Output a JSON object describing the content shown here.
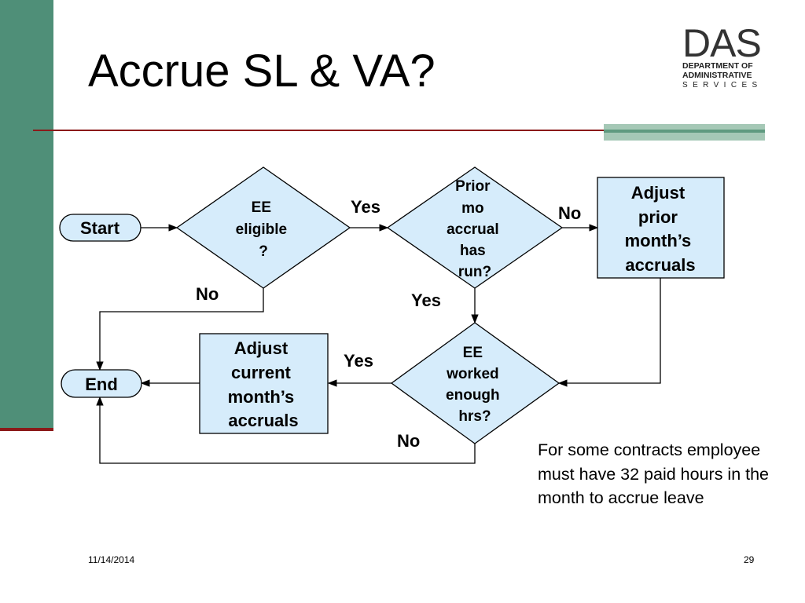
{
  "slide": {
    "title": "Accrue SL & VA?",
    "footer_date": "11/14/2014",
    "page_number": "29"
  },
  "logo": {
    "text": "DAS",
    "line1": "DEPARTMENT OF",
    "line2": "ADMINISTRATIVE",
    "line3": "SERVICES"
  },
  "colors": {
    "sidebar": "#4f8f78",
    "accent_rule": "#8b1a1a",
    "node_fill": "#d6ecfb"
  },
  "flowchart": {
    "nodes": {
      "start": {
        "type": "terminator",
        "lines": [
          "Start"
        ]
      },
      "ee_eligible": {
        "type": "decision",
        "lines": [
          "EE",
          "eligible",
          "?"
        ]
      },
      "prior_mo": {
        "type": "decision",
        "lines": [
          "Prior",
          "mo",
          "accrual",
          "has",
          "run?"
        ]
      },
      "adjust_prior": {
        "type": "process",
        "lines": [
          "Adjust",
          "prior",
          "month’s",
          "accruals"
        ]
      },
      "ee_worked": {
        "type": "decision",
        "lines": [
          "EE",
          "worked",
          "enough",
          "hrs?"
        ]
      },
      "adjust_current": {
        "type": "process",
        "lines": [
          "Adjust",
          "current",
          "month’s",
          "accruals"
        ]
      },
      "end": {
        "type": "terminator",
        "lines": [
          "End"
        ]
      }
    },
    "edge_labels": {
      "eligible_yes": "Yes",
      "eligible_no": "No",
      "prior_no": "No",
      "prior_yes": "Yes",
      "worked_yes": "Yes",
      "worked_no": "No"
    }
  },
  "note": "For some contracts employee must have 32 paid hours in the month to accrue leave"
}
